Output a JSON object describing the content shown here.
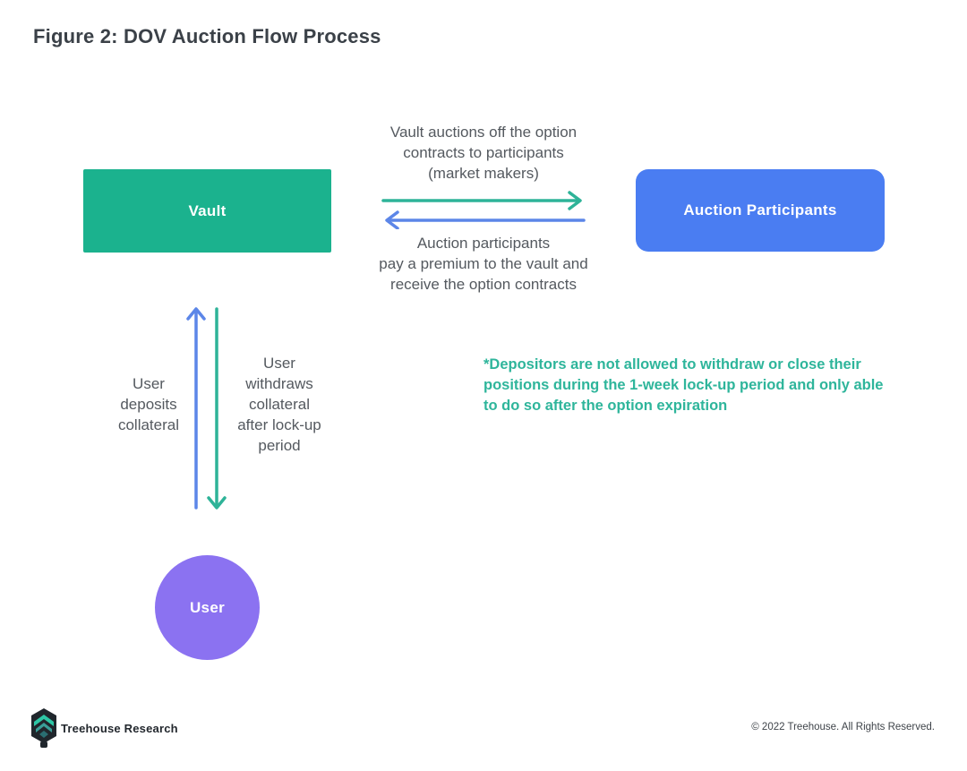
{
  "title": "Figure 2: DOV Auction Flow Process",
  "diagram": {
    "vault_label": "Vault",
    "auction_participants_label": "Auction Participants",
    "user_label": "User",
    "top_flow_text": "Vault auctions off the option\ncontracts to participants\n(market makers)",
    "bottom_flow_text": "Auction participants\npay a premium to the vault and\nreceive the option contracts",
    "deposit_label": "User\ndeposits\ncollateral",
    "withdraw_label": "User\nwithdraws\ncollateral\nafter lock-up\nperiod",
    "note": "*Depositors are not allowed to withdraw or close their\npositions during the 1-week lock-up period and only able\nto do so after the option expiration"
  },
  "footer": {
    "brand": "Treehouse Research",
    "copyright": "© 2022 Treehouse. All Rights Reserved."
  },
  "colors": {
    "vault_green": "#1bb28e",
    "auction_blue": "#4a7df2",
    "user_purple": "#8b72f1",
    "arrow_green": "#2eb398",
    "arrow_blue": "#5c86e8",
    "note_green": "#2eb59b",
    "body_text_gray": "#54595f",
    "title_dark": "#3b4148"
  }
}
